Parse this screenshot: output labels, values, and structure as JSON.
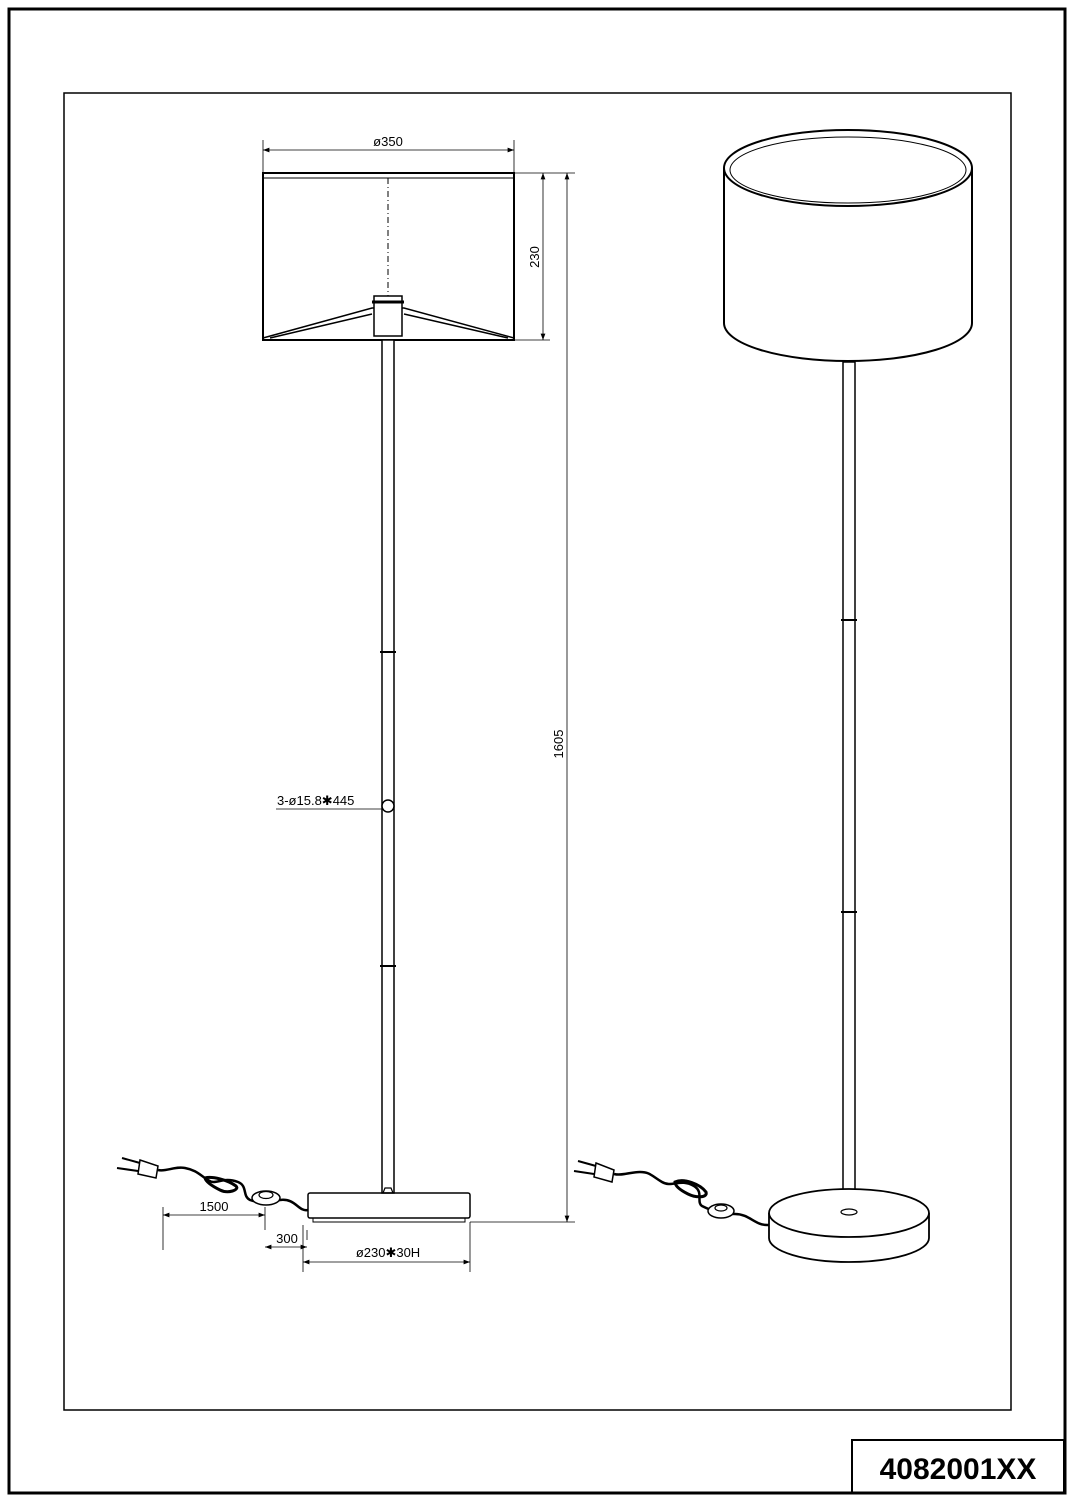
{
  "drawing": {
    "part_number": "4082001XX",
    "dimensions": {
      "shade_diameter": "ø350",
      "shade_height": "230",
      "total_height": "1605",
      "tube_spec": "3-ø15.8✱445",
      "cable_length": "1500",
      "switch_distance": "300",
      "base_spec": "ø230✱30H"
    }
  }
}
